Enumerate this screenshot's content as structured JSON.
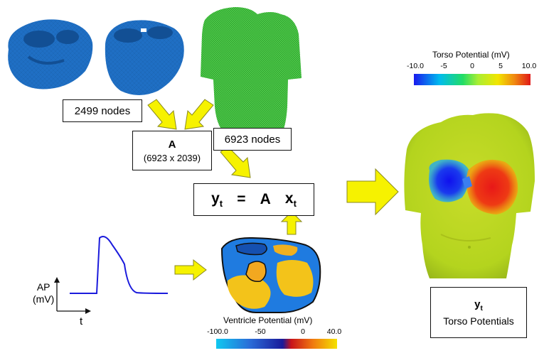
{
  "labels": {
    "heart_nodes": "2499 nodes",
    "torso_nodes": "6923 nodes",
    "matrix_name": "A",
    "matrix_dims": "(6923 x 2039)",
    "eq_y": "y",
    "eq_y_sub": "t",
    "eq_eq": "=",
    "eq_A": "A",
    "eq_x": "x",
    "eq_x_sub": "t",
    "ap_line1": "AP",
    "ap_line2": "(mV)",
    "time_axis": "t",
    "result_symbol": "y",
    "result_sub": "t",
    "result_caption": "Torso Potentials"
  },
  "torso_colorbar": {
    "title": "Torso Potential (mV)",
    "ticks": [
      "-10.0",
      "-5",
      "0",
      "5",
      "10.0"
    ]
  },
  "ventricle_colorbar": {
    "title": "Ventricle Potential (mV)",
    "ticks": [
      "-100.0",
      "-50",
      "0",
      "40.0"
    ]
  },
  "colors": {
    "heart_mesh": "#1f6fc4",
    "torso_mesh": "#4ec94a",
    "arrow_fill": "#f6f200",
    "ap_trace": "#1b1bdc"
  }
}
